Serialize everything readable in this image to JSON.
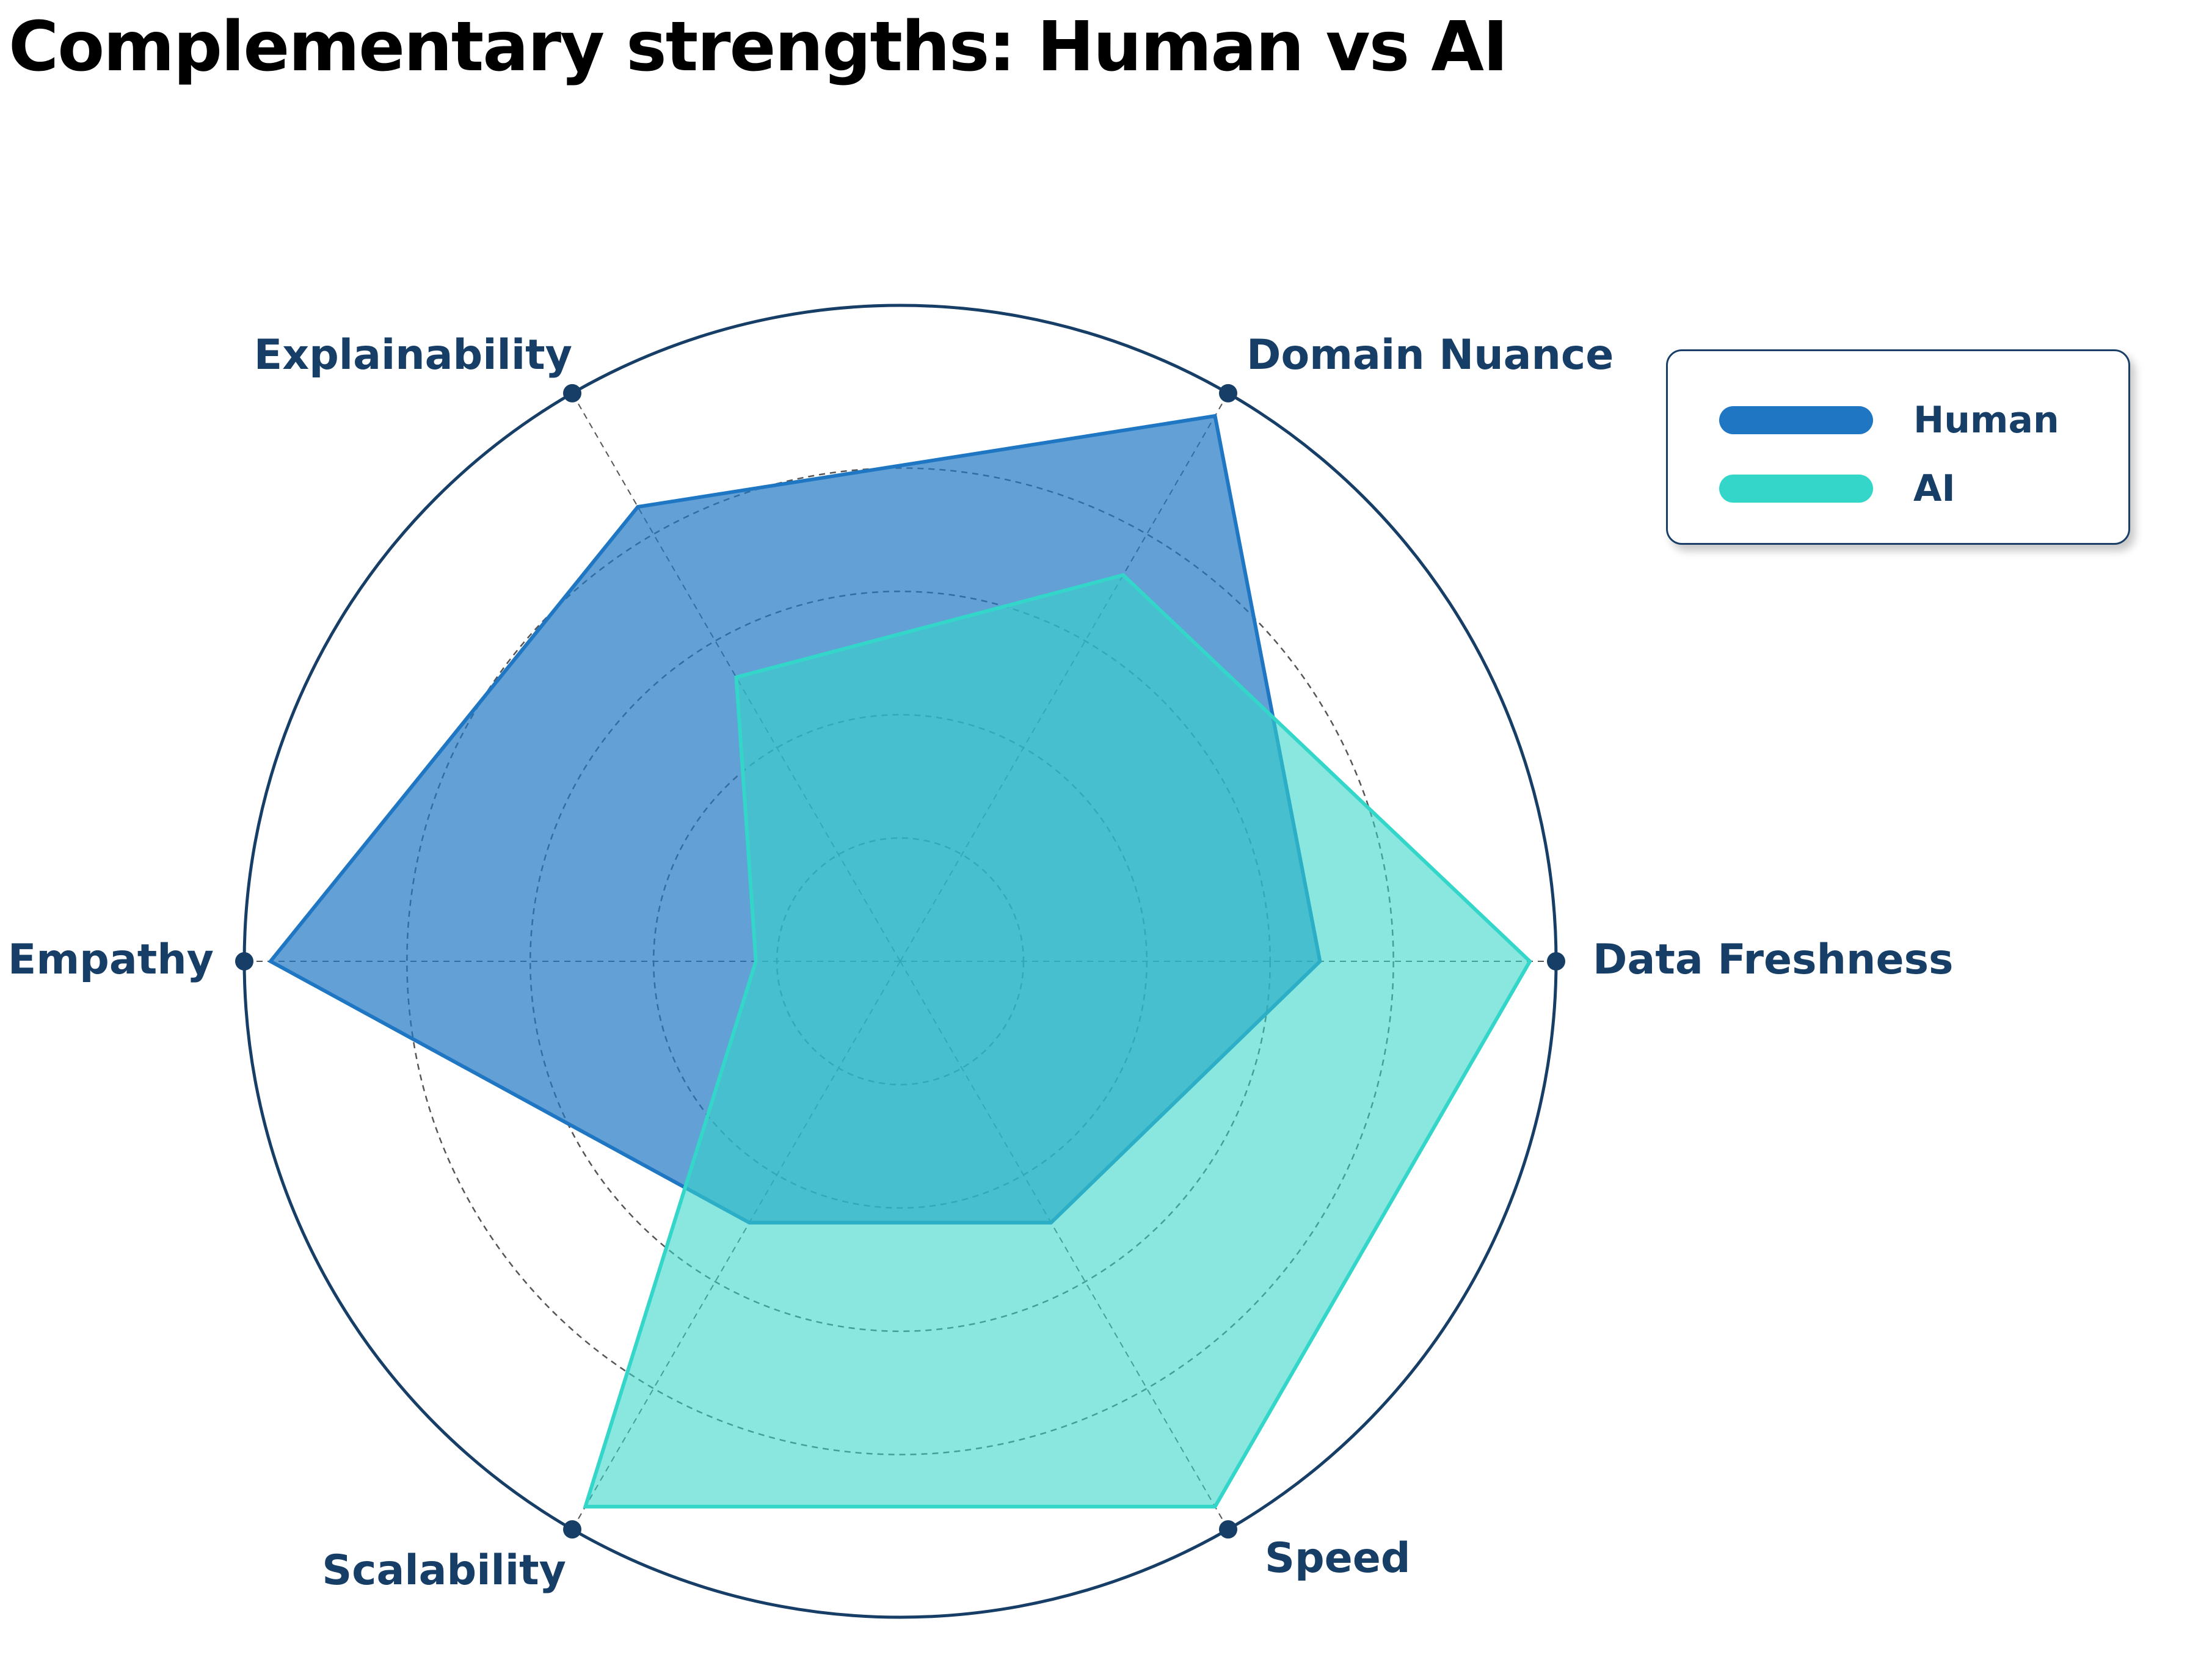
{
  "chart_data": {
    "type": "radar",
    "title": "Complementary strengths: Human vs AI",
    "axes": [
      "Domain Nuance",
      "Data Freshness",
      "Speed",
      "Scalability",
      "Empathy",
      "Explainability"
    ],
    "rlim": [
      0,
      5
    ],
    "grid_levels": [
      1,
      2,
      3,
      4,
      5
    ],
    "grid": true,
    "legend_position": "top-right",
    "series": [
      {
        "name": "Human",
        "values": [
          4.8,
          3.2,
          2.3,
          2.3,
          4.8,
          4.0
        ],
        "color": "#1f77c4"
      },
      {
        "name": "AI",
        "values": [
          3.4,
          4.8,
          4.8,
          4.8,
          1.1,
          2.5
        ],
        "color": "#33d6c8"
      }
    ]
  },
  "legend": {
    "items": [
      {
        "label": "Human",
        "color": "#1f77c4"
      },
      {
        "label": "AI",
        "color": "#33d6c8"
      }
    ]
  },
  "colors": {
    "axis": "#163e66",
    "grid": "#555555"
  }
}
